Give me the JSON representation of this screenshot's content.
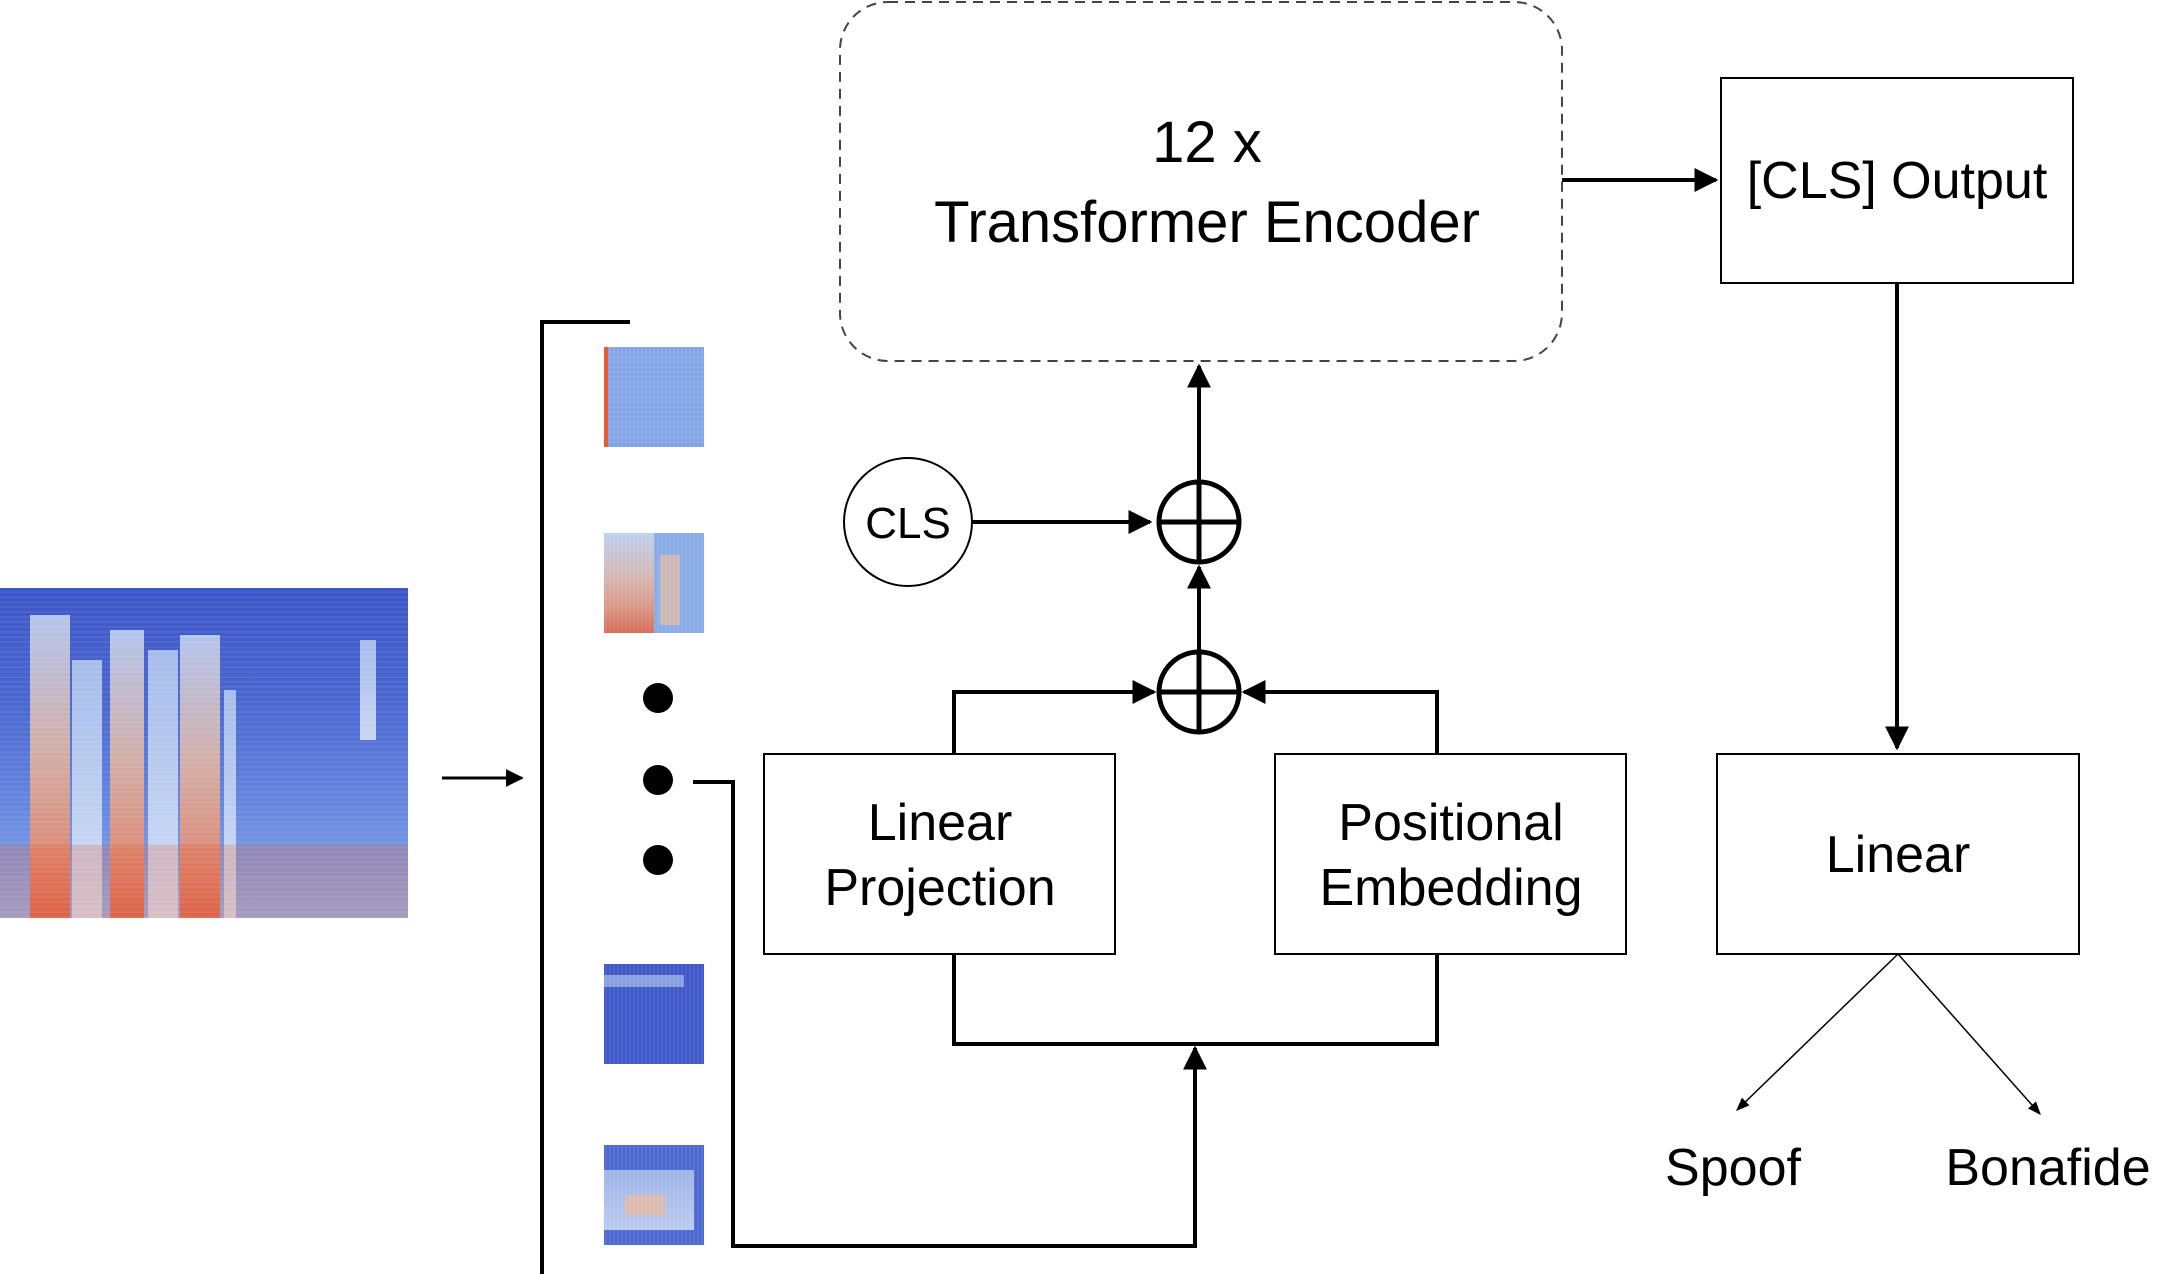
{
  "encoder": {
    "line1": "12 x",
    "line2": "Transformer Encoder"
  },
  "cls_output": {
    "label": "[CLS] Output"
  },
  "cls_token": {
    "label": "CLS"
  },
  "linear_projection": {
    "line1": "Linear",
    "line2": "Projection"
  },
  "positional_embedding": {
    "line1": "Positional",
    "line2": "Embedding"
  },
  "linear_head": {
    "label": "Linear"
  },
  "outputs": {
    "spoof": "Spoof",
    "bonafide": "Bonafide"
  },
  "colors": {
    "stroke": "#000000",
    "spectrogram_base": "#3d56c8",
    "spectrogram_light": "#b8cdf0",
    "spectrogram_hot": "#e85a32"
  }
}
